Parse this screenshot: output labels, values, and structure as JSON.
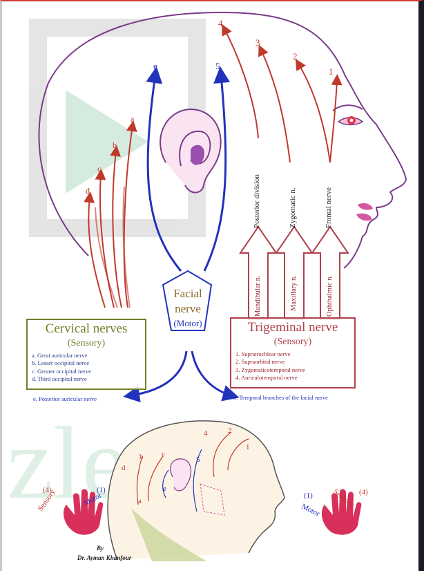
{
  "facial": {
    "title_line1": "Facial",
    "title_line2": "nerve",
    "type": "(Motor)"
  },
  "cervical": {
    "title": "Cervical nerves",
    "type": "(Sensory)",
    "items": [
      "a. Great auricular nerve",
      "b. Lesser occipital nerve",
      "c. Greater occipital nerve",
      "d. Third occipital nerve"
    ],
    "branch_note": "e. Posterior auricular nerve"
  },
  "trigeminal": {
    "title": "Trigeminal nerve",
    "type": "(Sensory)",
    "items": [
      "1. Supratrochlear nerve",
      "2. Supraorbital nerve",
      "3. Zygomaticotemporal nerve",
      "4. Auriculotemporal nerve"
    ],
    "branch_note": "5. Temporal branches of the facial nerve",
    "divisions": [
      "Ophthalmic n.",
      "Maxillary n.",
      "Mandibular n."
    ],
    "branches": [
      "Frontal nerve",
      "Zygomatic n.",
      "Posterior division"
    ]
  },
  "arrow_labels": {
    "sensory_numbers": [
      "1",
      "2",
      "3",
      "4"
    ],
    "cervical_letters": [
      "a",
      "b",
      "c",
      "d"
    ],
    "facial_letters": [
      "e",
      "5"
    ]
  },
  "hands": {
    "left_sensory": "Sensory",
    "left_sensory_num": "(4)",
    "left_motor": "Motor",
    "left_motor_num": "(1)",
    "right_motor": "Motor",
    "right_motor_num": "(1)",
    "right_sensory": "Sensory",
    "right_sensory_num": "(4)"
  },
  "credit": {
    "line1": "By",
    "line2": "Dr. Ayman Khanfour"
  },
  "colors": {
    "sensory_red": "#c0392b",
    "motor_blue": "#2233bb",
    "outline_purple": "#7a3a8a",
    "cervical_green": "#6f7f2a"
  }
}
